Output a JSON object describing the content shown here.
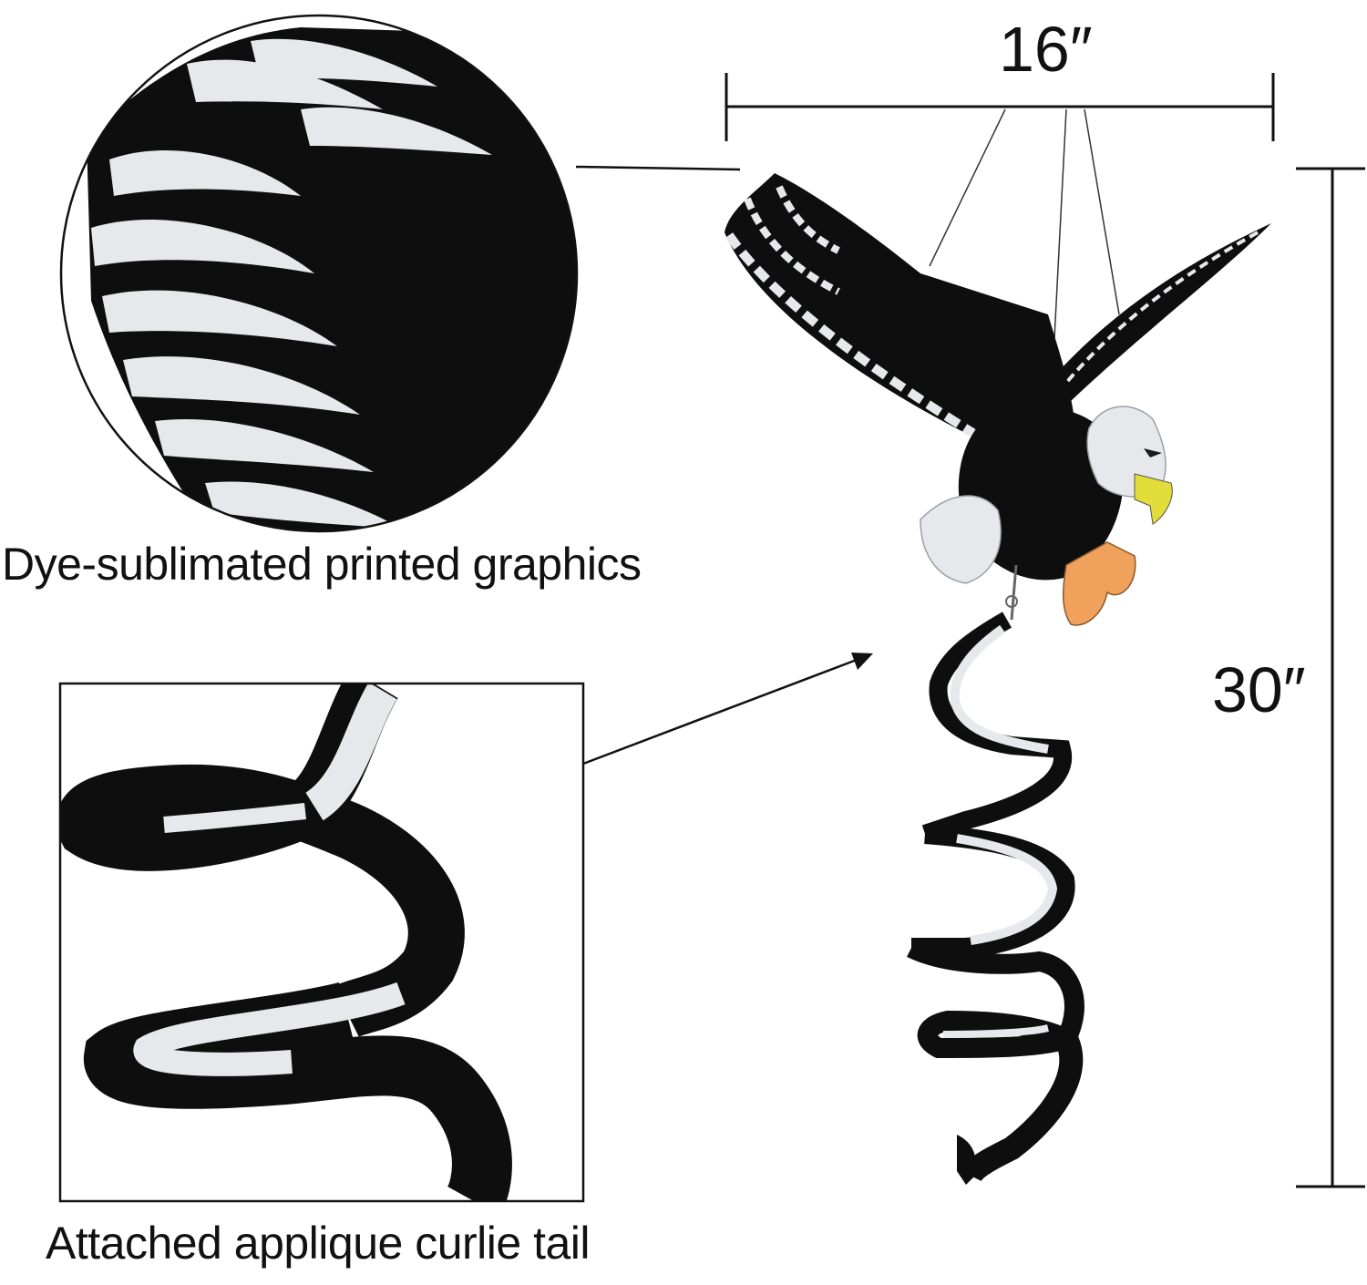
{
  "callouts": {
    "graphics_caption": "Dye-sublimated printed graphics",
    "tail_caption": "Attached applique curlie tail"
  },
  "dimensions": {
    "width_label": "16″",
    "height_label": "30″"
  },
  "colors": {
    "background": "#ffffff",
    "fabric_black": "#0e0e0e",
    "feather_white": "#e6e8ec",
    "beak_yellow": "#e2dd3a",
    "talon_orange": "#f0a25c",
    "line": "#111111"
  }
}
